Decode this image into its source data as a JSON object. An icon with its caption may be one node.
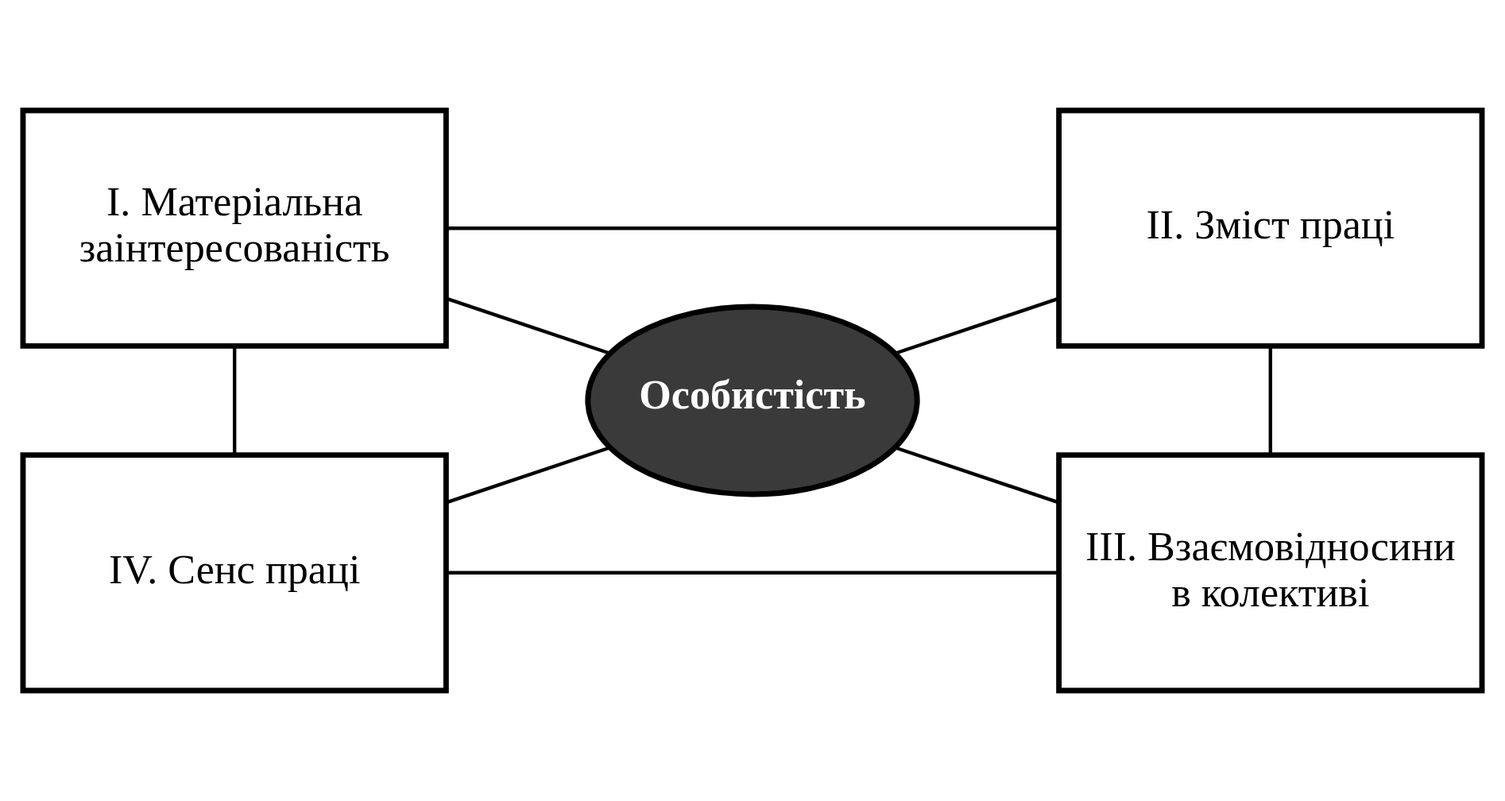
{
  "diagram": {
    "nodes": [
      {
        "text": [
          "I. Матеріальна заінтересованість"
        ]
      },
      {
        "text": [
          "II. Зміст праці"
        ]
      },
      {
        "text": [
          "Особистість"
        ]
      },
      {
        "text": [
          "IV. Сенс праці"
        ]
      },
      {
        "text": [
          "III. Взаємовідносини в колективі"
        ]
      }
    ],
    "edges": [
      {
        "from": 0,
        "to": 1,
        "arrow": "none"
      },
      {
        "from": 0,
        "to": 3,
        "arrow": "none"
      },
      {
        "from": 1,
        "to": 4,
        "arrow": "none"
      },
      {
        "from": 3,
        "to": 4,
        "arrow": "none"
      },
      {
        "from": 0,
        "to": 2,
        "arrow": "none"
      },
      {
        "from": 2,
        "to": 1,
        "arrow": "none"
      },
      {
        "from": 3,
        "to": 2,
        "arrow": "none"
      },
      {
        "from": 2,
        "to": 4,
        "arrow": "none"
      }
    ]
  }
}
